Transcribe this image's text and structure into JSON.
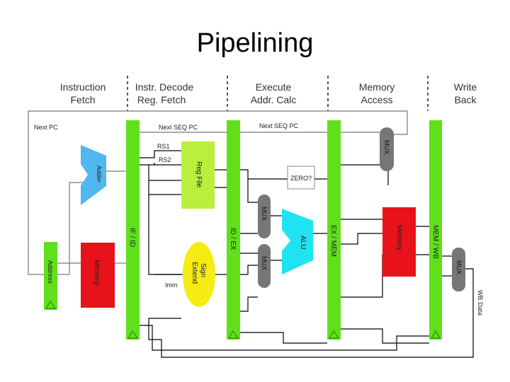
{
  "title": "Pipelining",
  "stages": [
    {
      "line1": "Instruction",
      "line2": "Fetch"
    },
    {
      "line1": "Instr. Decode",
      "line2": "Reg. Fetch"
    },
    {
      "line1": "Execute",
      "line2": "Addr. Calc"
    },
    {
      "line1": "Memory",
      "line2": "Access"
    },
    {
      "line1": "Write",
      "line2": "Back"
    }
  ],
  "registers": {
    "if_id": "IF / ID",
    "id_ex": "ID / EX",
    "ex_mem": "EX / MEM",
    "mem_wb": "MEM / WB"
  },
  "units": {
    "address": "Address",
    "instr_memory": "Memory",
    "adder": "Adder",
    "reg_file": "Reg File",
    "sign_extend_1": "Sign",
    "sign_extend_2": "Extend",
    "alu": "ALU",
    "zero": "ZERO?",
    "data_memory": "Memory",
    "mux": "MUX"
  },
  "signals": {
    "next_pc": "Next PC",
    "next_seq_pc_1": "Next SEQ PC",
    "next_seq_pc_2": "Next SEQ PC",
    "rs1": "RS1",
    "rs2": "RS2",
    "imm": "Imm",
    "wb_data": "WB Data"
  },
  "colors": {
    "pipeline_register": "#5fe01a",
    "memory": "#e8121a",
    "reg_file": "#b8f03c",
    "sign_extend": "#f4ec12",
    "alu_adder": "#1fe3f0",
    "adder": "#4fb8ee",
    "mux": "#777777",
    "divider": "#555555"
  }
}
